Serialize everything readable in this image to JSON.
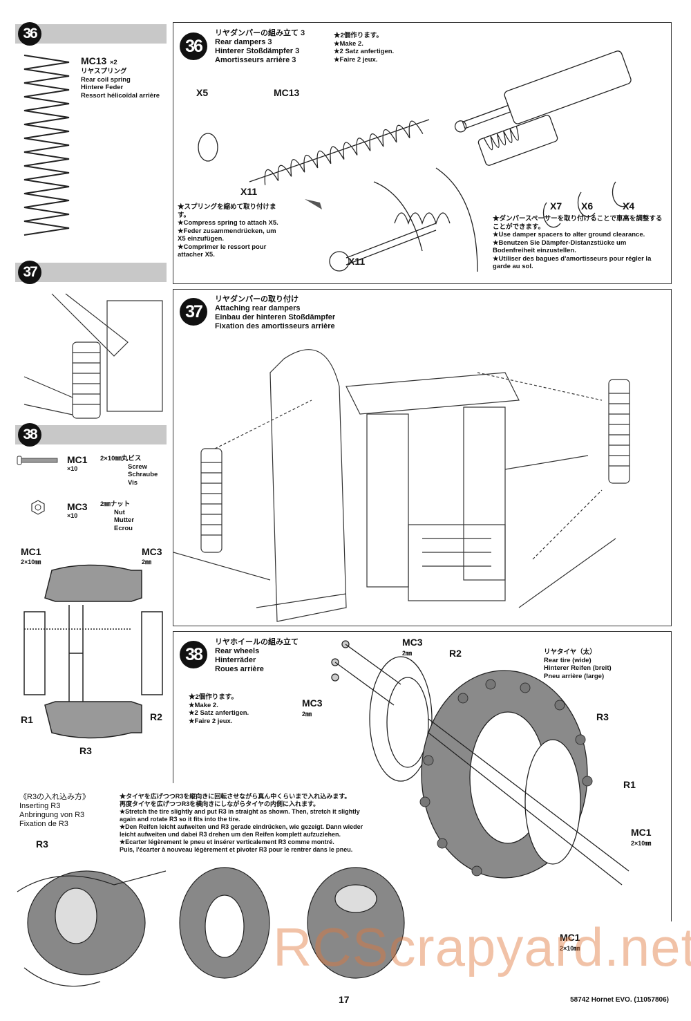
{
  "left": {
    "step36": {
      "num": "36",
      "part": "MC13",
      "qty": "×2",
      "jp": "リヤスプリング",
      "en": "Rear coil spring",
      "de": "Hintere Feder",
      "fr": "Ressort hélicoïdal arrière"
    },
    "step37": {
      "num": "37"
    },
    "step38": {
      "num": "38",
      "parts": [
        {
          "id": "MC1",
          "qty": "×10",
          "jp": "2×10㎜丸ビス",
          "en": "Screw",
          "de": "Schraube",
          "fr": "Vis"
        },
        {
          "id": "MC3",
          "qty": "×10",
          "jp": "2㎜ナット",
          "en": "Nut",
          "de": "Mutter",
          "fr": "Ecrou"
        }
      ],
      "labels": {
        "mc1": "MC1",
        "mc1size": "2×10㎜",
        "mc3": "MC3",
        "mc3size": "2㎜",
        "r1": "R1",
        "r2": "R2",
        "r3": "R3"
      }
    }
  },
  "step36": {
    "num": "36",
    "jp": "リヤダンパーの組み立て 3",
    "en": "Rear dampers 3",
    "de": "Hinterer Stoßdämpfer 3",
    "fr": "Amortisseurs arrière 3",
    "make": [
      "★2個作ります。",
      "★Make 2.",
      "★2 Satz anfertigen.",
      "★Faire 2 jeux."
    ],
    "labels": {
      "x5": "X5",
      "mc13": "MC13",
      "x11a": "X11",
      "x11b": "X11",
      "x7": "X7",
      "x6": "X6",
      "x4": "X4"
    },
    "note1": [
      "★スプリングを縮めて取り付けます。",
      "★Compress spring to attach X5.",
      "★Feder zusammendrücken, um X5 einzufügen.",
      "★Comprimer le ressort pour attacher X5."
    ],
    "note2": [
      "★ダンパースペーサーを取り付けることで車高を調整することができます。",
      "★Use damper spacers to alter ground clearance.",
      "★Benutzen Sie Dämpfer-Distanzstücke um Bodenfreiheit einzustellen.",
      "★Utiliser des bagues d'amortisseurs pour régler la garde au sol."
    ]
  },
  "step37": {
    "num": "37",
    "jp": "リヤダンパーの取り付け",
    "en": "Attaching rear dampers",
    "de": "Einbau der hinteren Stoßdämpfer",
    "fr": "Fixation des amortisseurs arrière"
  },
  "step38": {
    "num": "38",
    "jp": "リヤホイールの組み立て",
    "en": "Rear wheels",
    "de": "Hinterräder",
    "fr": "Roues arrière",
    "make": [
      "★2個作ります。",
      "★Make 2.",
      "★2 Satz anfertigen.",
      "★Faire 2 jeux."
    ],
    "labels": {
      "mc3a": "MC3",
      "mc3a_size": "2㎜",
      "mc3b": "MC3",
      "mc3b_size": "2㎜",
      "r2": "R2",
      "r3": "R3",
      "r1": "R1",
      "mc1a": "MC1",
      "mc1a_size": "2×10㎜",
      "mc1b": "MC1",
      "mc1b_size": "2×10㎜"
    },
    "tire": [
      "リヤタイヤ（太）",
      "Rear tire (wide)",
      "Hinterer Reifen (breit)",
      "Pneu arrière (large)"
    ]
  },
  "insert": {
    "title": [
      "《R3の入れ込み方》",
      "Inserting R3",
      "Anbringung von R3",
      "Fixation de R3"
    ],
    "text": [
      "★タイヤを広げつつR3を縦向きに回転させながら真ん中くらいまで入れ込みます。",
      "再度タイヤを広げつつR3を横向きにしながらタイヤの内側に入れます。",
      "★Stretch the tire slightly and put R3 in straight as shown. Then, stretch it slightly",
      "again and rotate R3 so it fits into the tire.",
      "★Den Reifen leicht aufweiten und R3 gerade eindrücken, wie gezeigt. Dann wieder",
      "leicht aufweiten und dabei R3 drehen um den Reifen komplett aufzuziehen.",
      "★Ecarter légèrement le pneu et insérer verticalement R3 comme montré.",
      "Puis, l'écarter à nouveau légèrement et pivoter R3  pour le rentrer dans le pneu."
    ],
    "label": "R3"
  },
  "footer": {
    "page": "17",
    "model": "58742 Hornet EVO. (11057806)"
  },
  "watermark": "RCScrapyard.net"
}
